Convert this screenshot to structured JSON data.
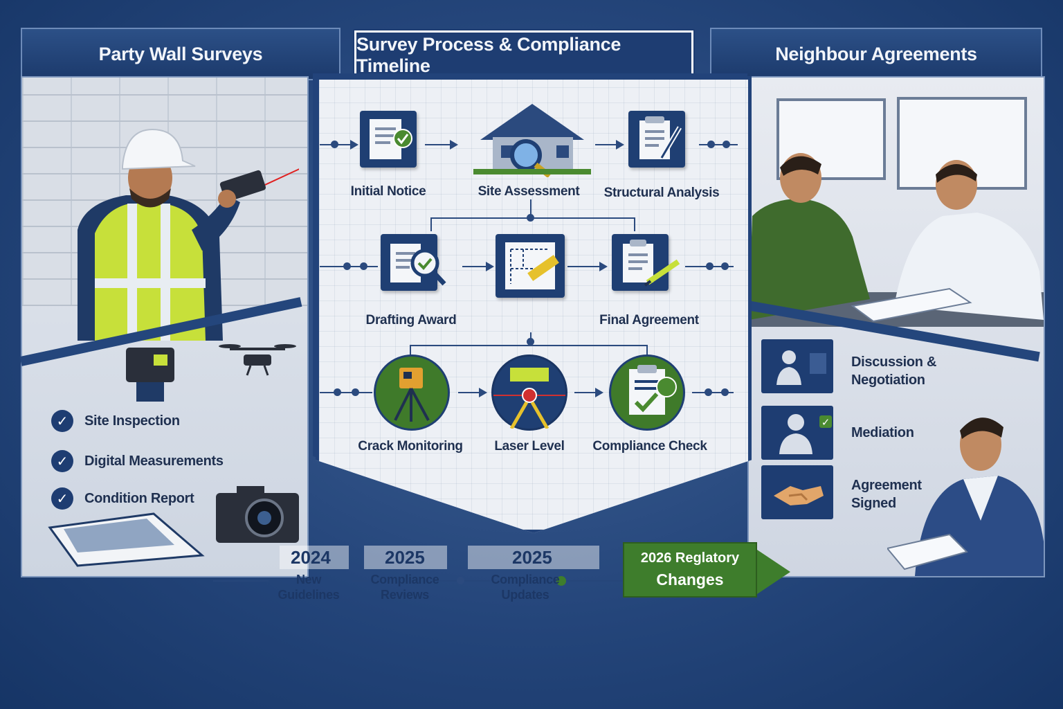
{
  "headers": {
    "left": "Party Wall Surveys",
    "center": "Survey Process & Compliance Timeline",
    "right": "Neighbour Agreements"
  },
  "process": {
    "row1": [
      "Initial Notice",
      "Site Assessment",
      "Structural Analysis"
    ],
    "row2": [
      "Drafting Award",
      "Final Agreement"
    ],
    "row3": [
      "Crack Monitoring",
      "Laser Level",
      "Compliance Check"
    ]
  },
  "left_checks": [
    "Site Inspection",
    "Digital Measurements",
    "Condition Report"
  ],
  "right_steps": [
    {
      "line1": "Discussion &",
      "line2": "Negotiation"
    },
    {
      "line1": "Mediation",
      "line2": ""
    },
    {
      "line1": "Agreement",
      "line2": "Signed"
    }
  ],
  "timeline": [
    {
      "year": "2024",
      "line1": "New Guidelines",
      "line2": ""
    },
    {
      "year": "2025",
      "line1": "Compliance",
      "line2": "Reviews"
    },
    {
      "year": "2025",
      "line1": "Compliance",
      "line2": "Updates"
    }
  ],
  "final_milestone": {
    "line1": "2026 Reglatory",
    "line2": "Changes"
  },
  "colors": {
    "navy": "#1e3d72",
    "green": "#3e7d2c",
    "hivis": "#c7e03a"
  }
}
